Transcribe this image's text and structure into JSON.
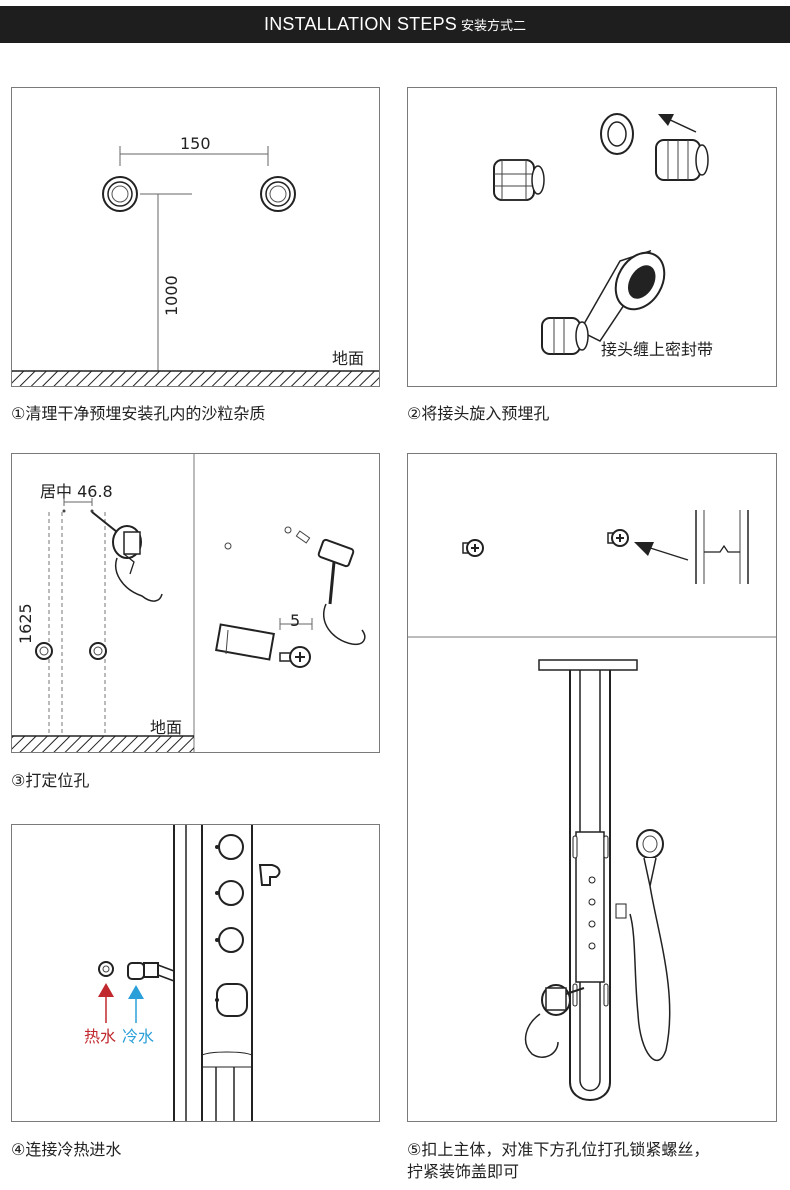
{
  "header": {
    "title": "INSTALLATION STEPS",
    "subtitle": "安装方式二"
  },
  "step1": {
    "caption": "①清理干净预埋安装孔内的沙粒杂质",
    "dim_width": "150",
    "dim_height": "1000",
    "ground_label": "地面"
  },
  "step2": {
    "caption": "②将接头旋入预埋孔",
    "tape_label": "接头缠上密封带"
  },
  "step3": {
    "caption": "③打定位孔",
    "center_label": "居中 46.8",
    "dim_height": "1625",
    "ground_label": "地面",
    "depth_label": "5"
  },
  "step4": {
    "caption": "④连接冷热进水",
    "hot_label": "热水",
    "cold_label": "冷水",
    "colors": {
      "hot": "#c0282e",
      "cold": "#2a9fd8"
    }
  },
  "step5": {
    "caption_line1": "⑤扣上主体，对准下方孔位打孔锁紧螺丝，",
    "caption_line2": "拧紧装饰盖即可"
  }
}
